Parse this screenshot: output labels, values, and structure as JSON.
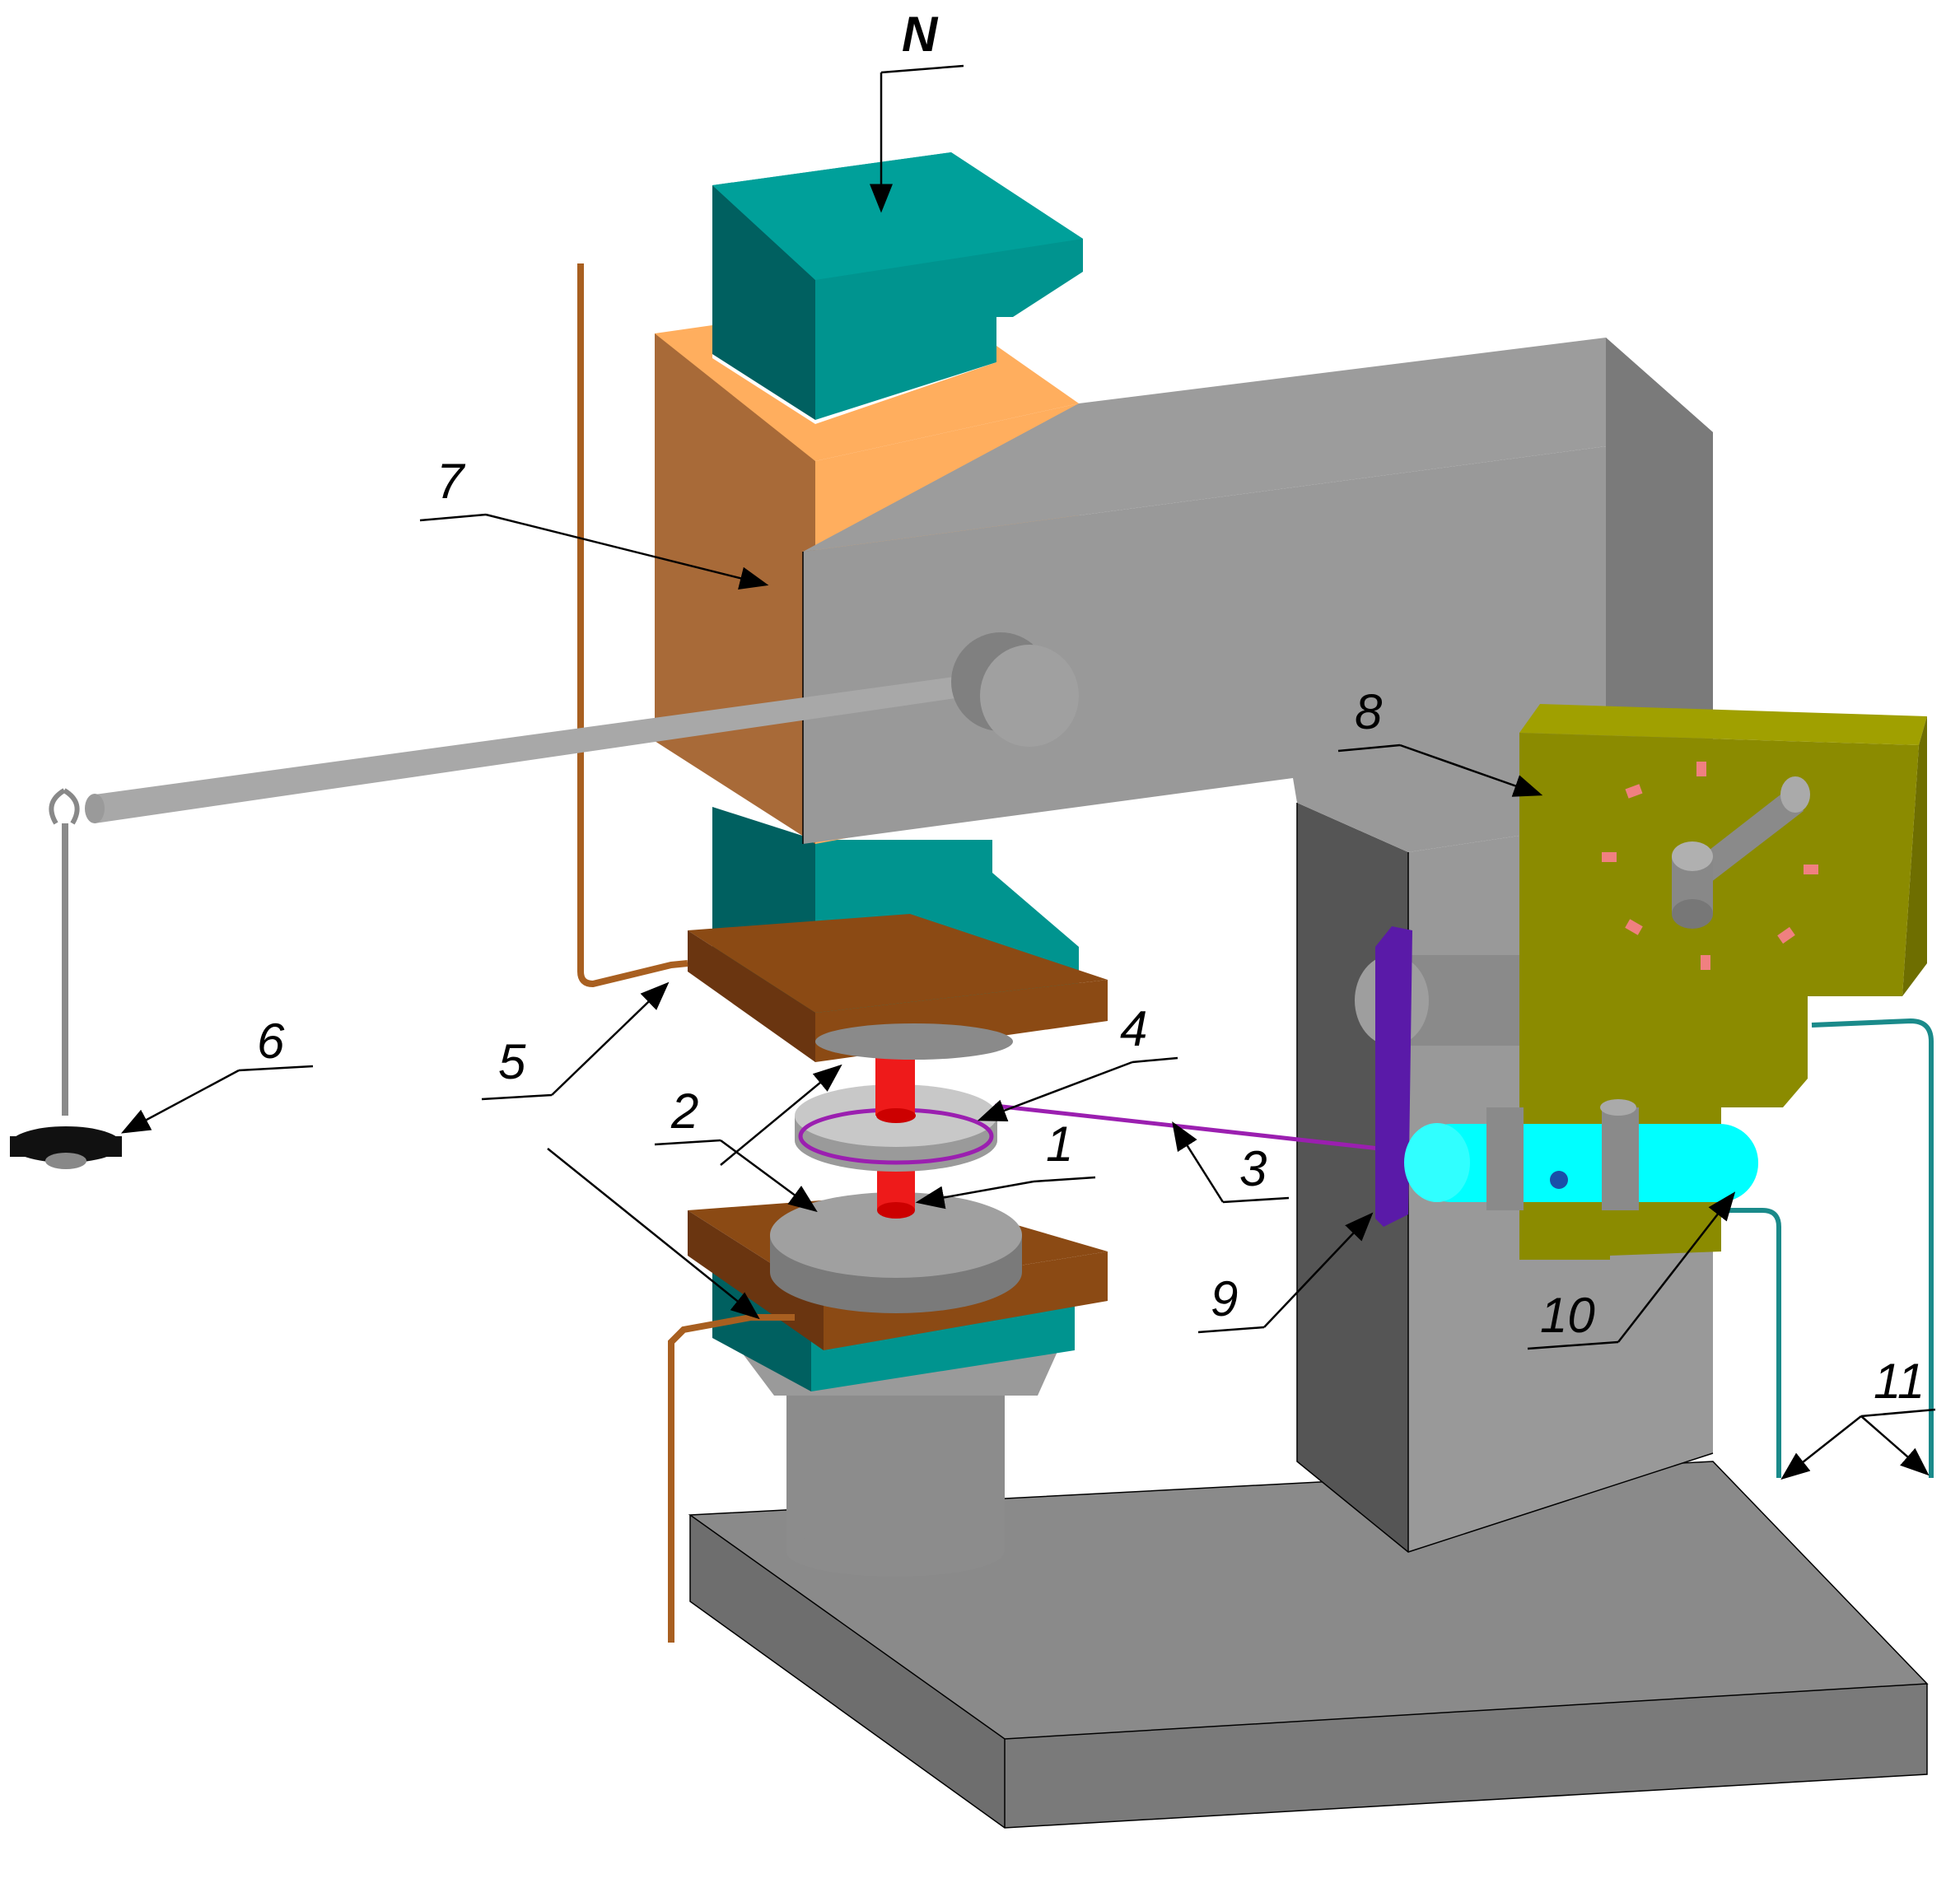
{
  "figure": {
    "labels": {
      "load": "N",
      "l1": "1",
      "l2": "2",
      "l3": "3",
      "l4": "4",
      "l5": "5",
      "l6": "6",
      "l7": "7",
      "l8": "8",
      "l9": "9",
      "l10": "10",
      "l11": "11"
    },
    "colors": {
      "frame_light": "#999999",
      "frame_mid": "#8a8a8a",
      "frame_dark": "#5a5a5a",
      "teal_light": "#00948f",
      "teal_dark": "#006060",
      "orange_light": "#ffae5e",
      "orange_dark": "#a86a38",
      "copper": "#8b4a14",
      "specimen": "#ff1a1a",
      "disk": "#b8b8b8",
      "wire_purple": "#9b1fb0",
      "olive": "#8b8b00",
      "cyan": "#00ffff",
      "wire_teal": "#1a8a8a",
      "clip_violet": "#5a1aa8",
      "dial_marks": "#f08080"
    }
  }
}
